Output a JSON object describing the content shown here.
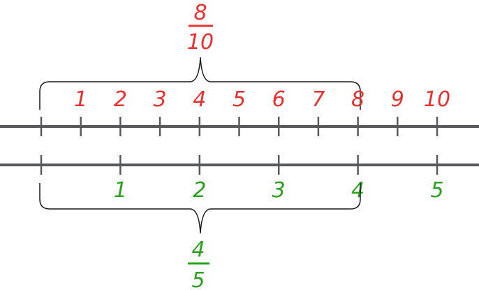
{
  "top_fraction": {
    "numerator": "8",
    "denominator": "10",
    "color": "#e8312f"
  },
  "bottom_fraction": {
    "numerator": "4",
    "denominator": "5",
    "color": "#2aa31c"
  },
  "top_line": {
    "divisions": 10,
    "labels": [
      "1",
      "2",
      "3",
      "4",
      "5",
      "6",
      "7",
      "8",
      "9",
      "10"
    ],
    "bracket_end": 8,
    "color": "#e8312f"
  },
  "bottom_line": {
    "divisions": 5,
    "labels": [
      "1",
      "2",
      "3",
      "4",
      "5"
    ],
    "bracket_end": 4,
    "color": "#2aa31c"
  },
  "axis_color": "#58595b"
}
